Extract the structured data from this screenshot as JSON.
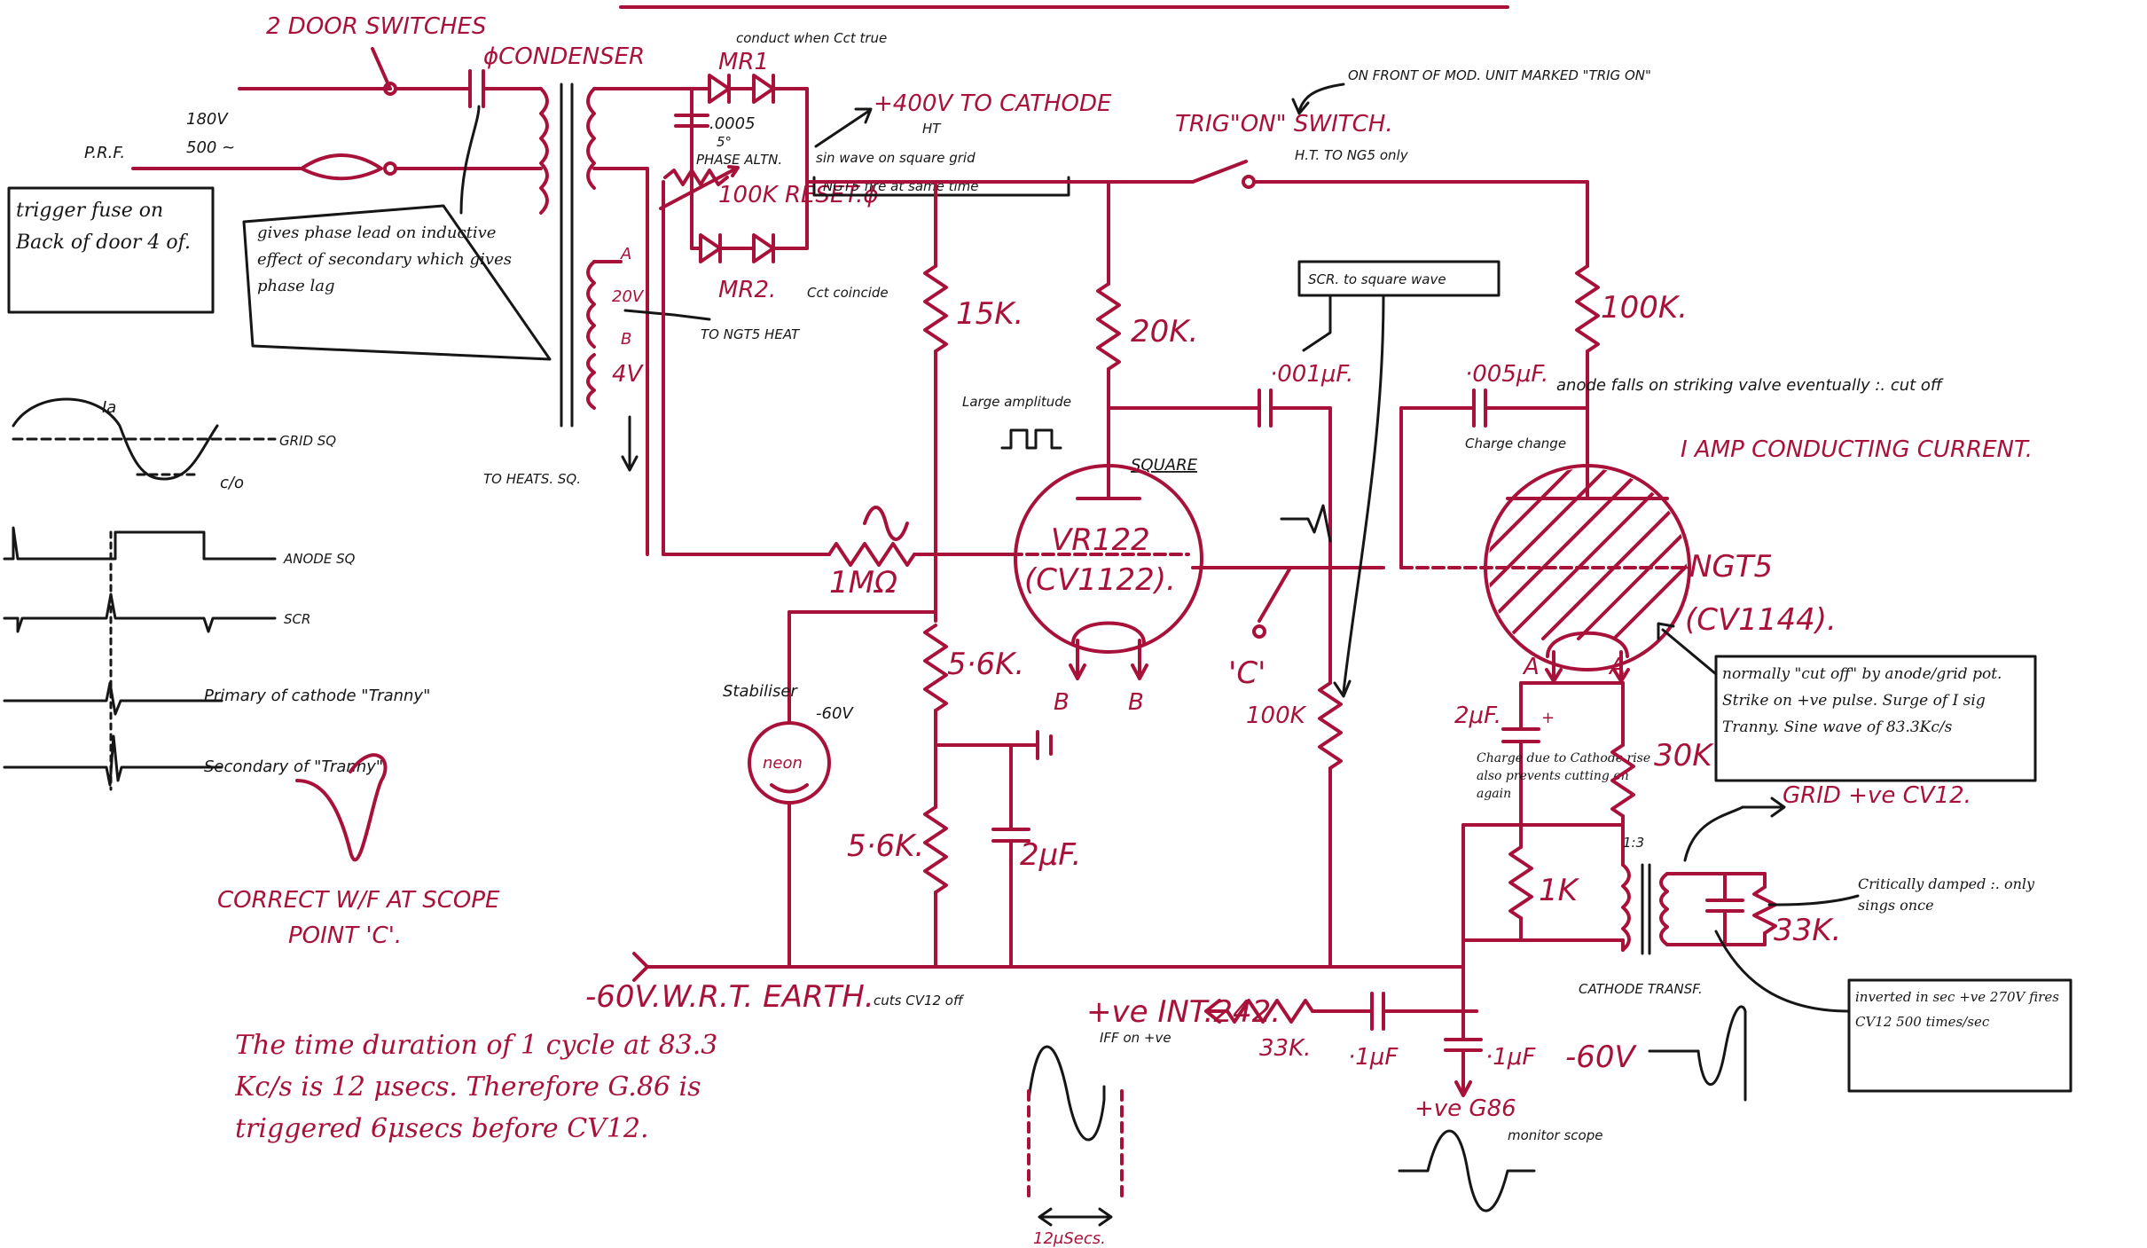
{
  "colors": {
    "ink_red": "#a8123a",
    "ink_black": "#161616",
    "paper": "#ffffff"
  },
  "labels": {
    "door_switches": "2 DOOR SWITCHES",
    "condenser": "ϕCONDENSER",
    "mr1": "MR1",
    "mr1_note": "conduct when Cct true",
    "mr2": "MR2.",
    "mr2_note": "Cct coincide",
    "cap_0005": ".0005",
    "cap_0005_note": "5°",
    "phase_alt": "PHASE ALTN.",
    "sine_note": "sin wave on square grid",
    "ngt5_fire": "NGT5 fire at same time",
    "reset_pot": "100K RESET.ϕ",
    "v400": "+400V TO CATHODE",
    "ht": "HT",
    "v180": "180V",
    "v500": "500 ~",
    "prf": "P.R.F.",
    "tap_a": "A",
    "tap_b": "B",
    "v20": "20V",
    "v4": "4V",
    "to_ngt5_heat": "TO NGT5 HEAT",
    "to_heats": "TO HEATS. SQ.",
    "trig_on": "TRIG\"ON\" SWITCH.",
    "trig_note": "ON FRONT OF MOD. UNIT MARKED \"TRIG ON\"",
    "ht_note": "H.T. TO NG5 only",
    "r15k": "15K.",
    "r20k": "20K.",
    "r100k_top": "100K.",
    "large_amp": "Large amplitude",
    "square": "SQUARE",
    "vr122": "VR122",
    "cv1122": "(CV1122).",
    "r1m": "1MΩ",
    "r56k_a": "5·6K.",
    "r56k_b": "5·6K.",
    "cap_2uf_a": "2μF.",
    "neon": "neon",
    "stabiliser": "Stabiliser",
    "stab_v": "-60V",
    "scr_note": "SCR. to square wave",
    "cap_001": "·001μF.",
    "cap_005": "·005μF.",
    "anode_note": "anode falls on striking valve eventually :. cut off",
    "charge_note": "Charge change",
    "point_c": "'C'",
    "r100k_c": "100K",
    "amp_conducting": "I AMP CONDUCTING CURRENT.",
    "ngt5": "NGT5",
    "cv1144": "(CV1144).",
    "cutoff_note": "normally \"cut off\" by anode/grid pot. Strike on +ve pulse. Surge of I sig Tranny. Sine wave of 83.3Kc/s",
    "r30k": "30K",
    "cap_2uf_b": "2μF.",
    "charge_dur": "Charge due to Cathode rise also prevents cutting on again",
    "r1k": "1K",
    "grid_cv12": "GRID +ve CV12.",
    "ratio": "1:3",
    "crit_damped": "Critically damped :. only sings once",
    "r33k_right": "33K.",
    "cathode_trans": "CATHODE TRANSF.",
    "inverted_note": "inverted in sec +ve 270V fires CV12 500 times/sec",
    "minus60_earth": "-60V.W.R.T. EARTH.",
    "cuts_cv12": "cuts CV12 off",
    "int242": "+ve INT.242.",
    "iff_note": "IFF on +ve",
    "r33k_bottom": "33K.",
    "cap_1uf_a": "·1μF",
    "cap_1uf_b": "·1μF",
    "minus60": "-60V",
    "g86": "+ve G86",
    "monitor": "monitor scope",
    "delta_t": "12μSecs.",
    "fuse_box": "trigger fuse on Back of door 4 of.",
    "phase_box": "gives phase lead on inductive effect of secondary which gives phase lag",
    "wf_ia": "Ia",
    "wf_grid": "GRID SQ",
    "wf_co": "c/o",
    "wf_anode": "ANODE SQ",
    "wf_scr": "SCR",
    "wf_prim": "Primary of cathode \"Tranny\"",
    "wf_sec": "Secondary of \"Tranny\"",
    "correct_wf": "CORRECT W/F AT SCOPE POINT 'C'.",
    "time_note": "The time duration of 1 cycle at 83.3 Kc/s is 12 μsecs. Therefore G.86 is triggered 6μsecs before CV12."
  }
}
